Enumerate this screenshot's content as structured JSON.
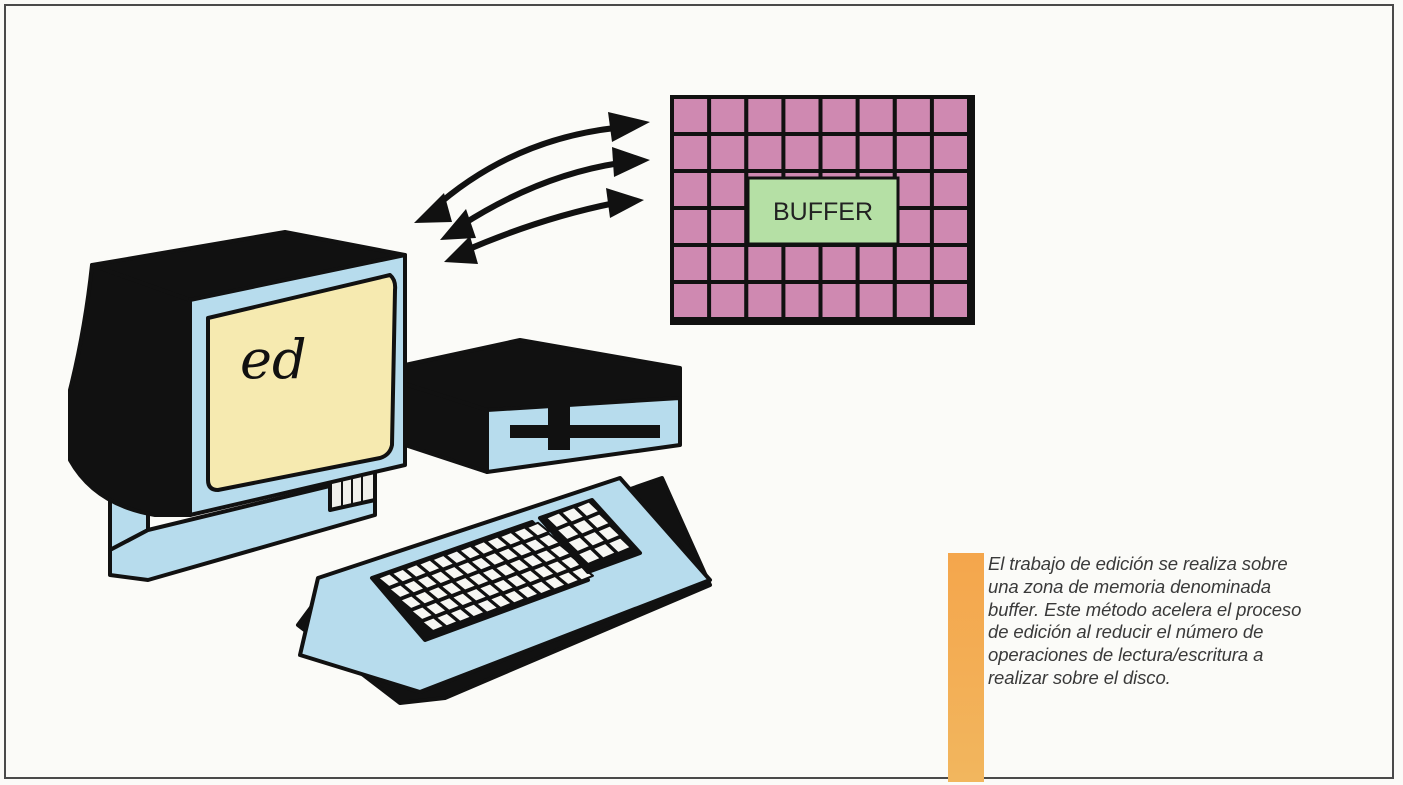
{
  "buffer": {
    "label": "BUFFER",
    "cols": 8,
    "rows": 6
  },
  "screen": {
    "label": "ed"
  },
  "caption": {
    "text": "El trabajo de edición se realiza sobre una zona de memoria denominada buffer. Este método acelera el proceso de edición al reducir el número de operaciones de lectura/escritura a realizar sobre el disco."
  },
  "colors": {
    "grid_cell": "#cf89b1",
    "buffer_label_bg": "#b5e0a5",
    "monitor_frame": "#b7dced",
    "screen": "#f6eab0",
    "outline": "#111111",
    "caption_bar": "#f4a64c"
  }
}
